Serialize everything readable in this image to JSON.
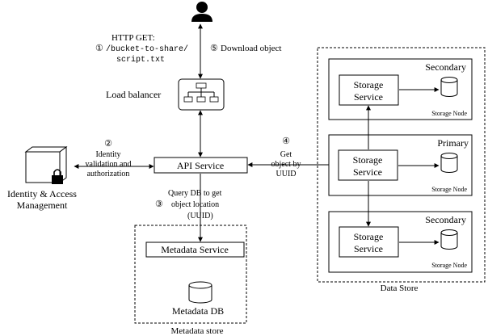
{
  "flow": {
    "step1_num": "①",
    "step1_title": "HTTP GET:",
    "step1_path1": "/bucket-to-share/",
    "step1_path2": "script.txt",
    "step2_num": "②",
    "step2_line1": "Identity",
    "step2_line2": "validation and",
    "step2_line3": "authorization",
    "step3_num": "③",
    "step3_line1": "Query DB to get",
    "step3_line2": "object location",
    "step3_line3": "(UUID)",
    "step4_num": "④",
    "step4_line1": "Get",
    "step4_line2": "object by",
    "step4_line3": "UUID",
    "step5_num": "⑤",
    "step5_label": "Download object"
  },
  "components": {
    "load_balancer": "Load balancer",
    "api_service": "API Service",
    "iam_line1": "Identity & Access",
    "iam_line2": "Management",
    "metadata_service": "Metadata Service",
    "metadata_db": "Metadata DB",
    "metadata_store": "Metadata store",
    "data_store": "Data Store"
  },
  "storage_nodes": [
    {
      "role": "Secondary",
      "service_line1": "Storage",
      "service_line2": "Service",
      "node_label": "Storage Node"
    },
    {
      "role": "Primary",
      "service_line1": "Storage",
      "service_line2": "Service",
      "node_label": "Storage Node"
    },
    {
      "role": "Secondary",
      "service_line1": "Storage",
      "service_line2": "Service",
      "node_label": "Storage Node"
    }
  ]
}
